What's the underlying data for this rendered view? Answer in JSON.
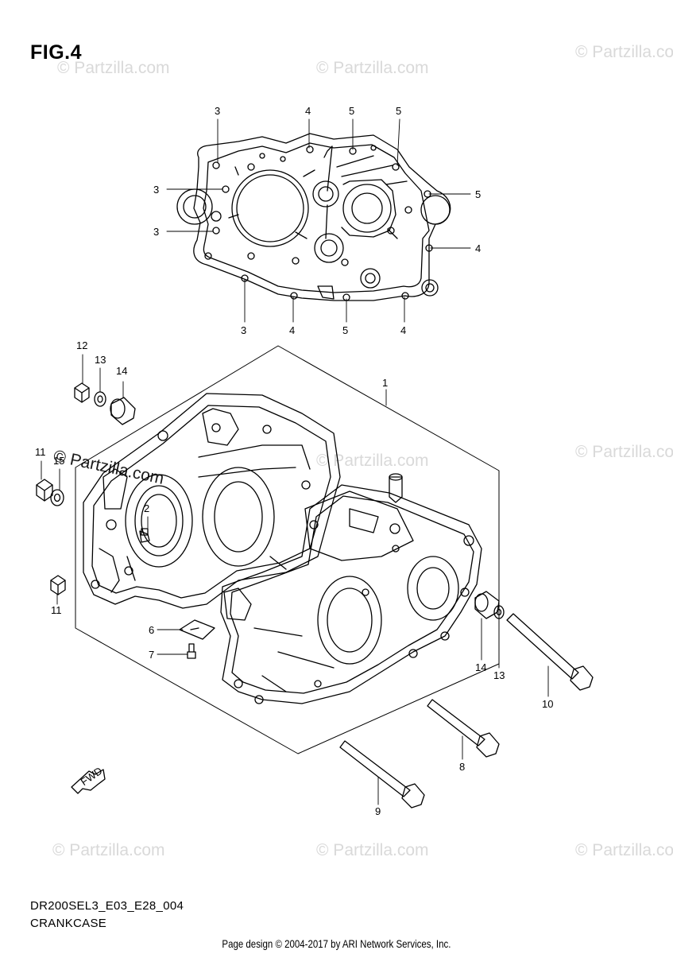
{
  "figure": {
    "title": "FIG.4"
  },
  "watermarks": {
    "light": [
      "© Partzilla.com",
      "© Partzilla.com",
      "© Partzilla.com",
      "© Partzilla.com",
      "© Partzilla.com",
      "© Partzilla.com",
      "© Partzilla.com",
      "© Partzilla.com"
    ],
    "dark": "© Partzilla.com"
  },
  "callouts": {
    "top": [
      "3",
      "4",
      "5",
      "5",
      "3",
      "5",
      "3",
      "4",
      "3",
      "4",
      "5",
      "4"
    ],
    "main": [
      "1",
      "2",
      "6",
      "7",
      "8",
      "9",
      "10",
      "11",
      "11",
      "12",
      "13",
      "13",
      "14",
      "14",
      "15"
    ]
  },
  "icons": {
    "forward_arrow": "fwd-arrow-icon"
  },
  "fwd_label": "FWD",
  "caption": {
    "code": "DR200SEL3_E03_E28_004",
    "name": "CRANKCASE"
  },
  "footer": "Page design © 2004-2017 by ARI Network Services, Inc."
}
